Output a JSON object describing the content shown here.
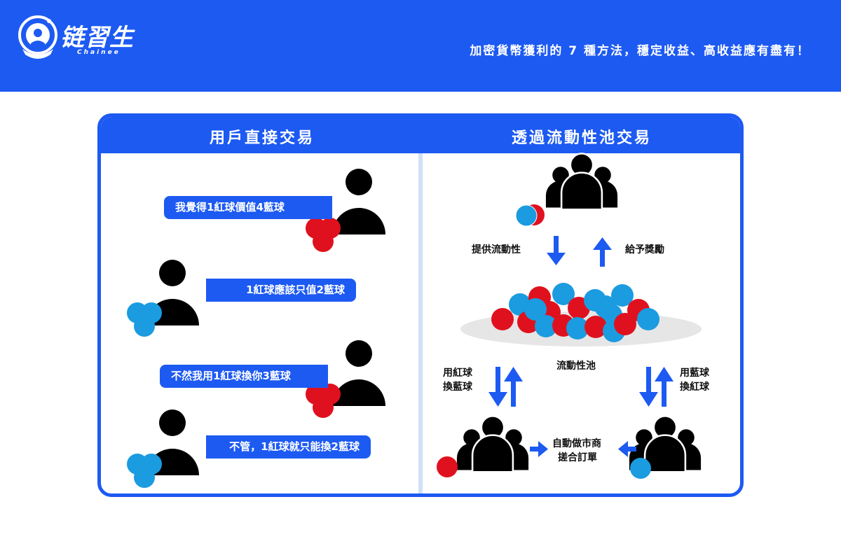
{
  "header": {
    "logo_text": "链習生",
    "logo_subtext": "Chainee",
    "tagline": "加密貨幣獲利的 7 種方法，穩定收益、高收益應有盡有！"
  },
  "left_panel": {
    "title": "用戶直接交易",
    "messages": [
      "我覺得1紅球價值4藍球",
      "1紅球應該只值2藍球",
      "不然我用1紅球換你3藍球",
      "不管，1紅球就只能換2藍球"
    ]
  },
  "right_panel": {
    "title": "透過流動性池交易",
    "provide_liquidity": "提供流動性",
    "give_reward": "給予獎勵",
    "pool_label": "流動性池",
    "swap_red_for_blue": [
      "用紅球",
      "換藍球"
    ],
    "swap_blue_for_red": [
      "用藍球",
      "換紅球"
    ],
    "amm_label": [
      "自動做市商",
      "搓合訂單"
    ]
  },
  "colors": {
    "brand_blue": "#1d5af2",
    "red_ball": "#e0111e",
    "blue_ball": "#1b9be0",
    "figure": "#000000",
    "pool_shadow": "#e6e6e6"
  }
}
